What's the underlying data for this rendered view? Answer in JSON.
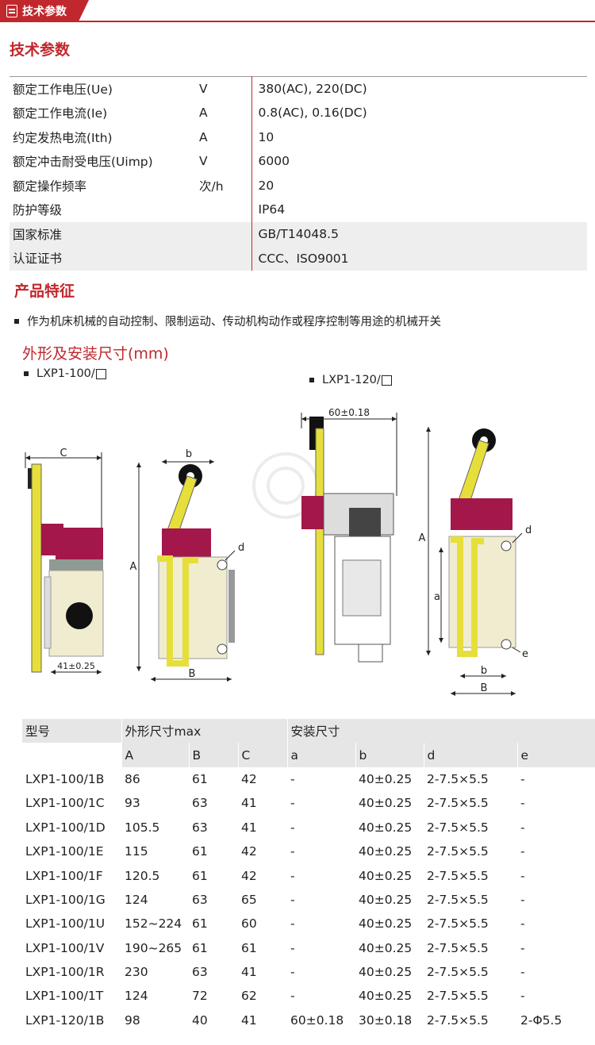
{
  "header": {
    "tab_label": "技术参数"
  },
  "tech": {
    "title": "技术参数",
    "rows": [
      {
        "name": "额定工作电压(Ue)",
        "unit": "V",
        "value": "380(AC), 220(DC)"
      },
      {
        "name": "额定工作电流(Ie)",
        "unit": "A",
        "value": "0.8(AC), 0.16(DC)"
      },
      {
        "name": "约定发热电流(Ith)",
        "unit": "A",
        "value": "10"
      },
      {
        "name": "额定冲击耐受电压(Uimp)",
        "unit": "V",
        "value": "6000"
      },
      {
        "name": "额定操作频率",
        "unit": "次/h",
        "value": "20"
      },
      {
        "name": "防护等级",
        "unit": "",
        "value": "IP64"
      },
      {
        "name": "国家标准",
        "unit": "",
        "value": "GB/T14048.5"
      },
      {
        "name": "认证证书",
        "unit": "",
        "value": "CCC、ISO9001"
      }
    ]
  },
  "features": {
    "title": "产品特征",
    "item": "作为机床机械的自动控制、限制运动、传动机构动作或程序控制等用途的机械开关"
  },
  "outline": {
    "title": "外形及安装尺寸(mm)",
    "model_a": "LXP1-100/",
    "model_b": "LXP1-120/",
    "dim_labels": {
      "C": "C",
      "b_top": "b",
      "A1": "A",
      "d1": "d",
      "B1": "B",
      "w41": "41±0.25",
      "w60": "60±0.18",
      "A2": "A",
      "a2": "a",
      "d2": "d",
      "e2": "e",
      "b2": "b",
      "B2": "B"
    }
  },
  "dims": {
    "header1": [
      "型号",
      "外形尺寸max",
      "安装尺寸"
    ],
    "header2": [
      "A",
      "B",
      "C",
      "a",
      "b",
      "d",
      "e"
    ],
    "rows": [
      [
        "LXP1-100/1B",
        "86",
        "61",
        "42",
        "-",
        "40±0.25",
        "2-7.5×5.5",
        "-"
      ],
      [
        "LXP1-100/1C",
        "93",
        "63",
        "41",
        "-",
        "40±0.25",
        "2-7.5×5.5",
        "-"
      ],
      [
        "LXP1-100/1D",
        "105.5",
        "63",
        "41",
        "-",
        "40±0.25",
        "2-7.5×5.5",
        "-"
      ],
      [
        "LXP1-100/1E",
        "115",
        "61",
        "42",
        "-",
        "40±0.25",
        "2-7.5×5.5",
        "-"
      ],
      [
        "LXP1-100/1F",
        "120.5",
        "61",
        "42",
        "-",
        "40±0.25",
        "2-7.5×5.5",
        "-"
      ],
      [
        "LXP1-100/1G",
        "124",
        "63",
        "65",
        "-",
        "40±0.25",
        "2-7.5×5.5",
        "-"
      ],
      [
        "LXP1-100/1U",
        "152~224",
        "61",
        "60",
        "-",
        "40±0.25",
        "2-7.5×5.5",
        "-"
      ],
      [
        "LXP1-100/1V",
        "190~265",
        "61",
        "61",
        "-",
        "40±0.25",
        "2-7.5×5.5",
        "-"
      ],
      [
        "LXP1-100/1R",
        "230",
        "63",
        "41",
        "-",
        "40±0.25",
        "2-7.5×5.5",
        "-"
      ],
      [
        "LXP1-100/1T",
        "124",
        "72",
        "62",
        "-",
        "40±0.25",
        "2-7.5×5.5",
        "-"
      ],
      [
        "LXP1-120/1B",
        "98",
        "40",
        "41",
        "60±0.18",
        "30±0.18",
        "2-7.5×5.5",
        "2-Φ5.5"
      ]
    ]
  },
  "colors": {
    "accent": "#c0282d",
    "body": "#efecd0",
    "head": "#a3174a",
    "lever": "#e6df3a",
    "base": "#8f9a93"
  }
}
